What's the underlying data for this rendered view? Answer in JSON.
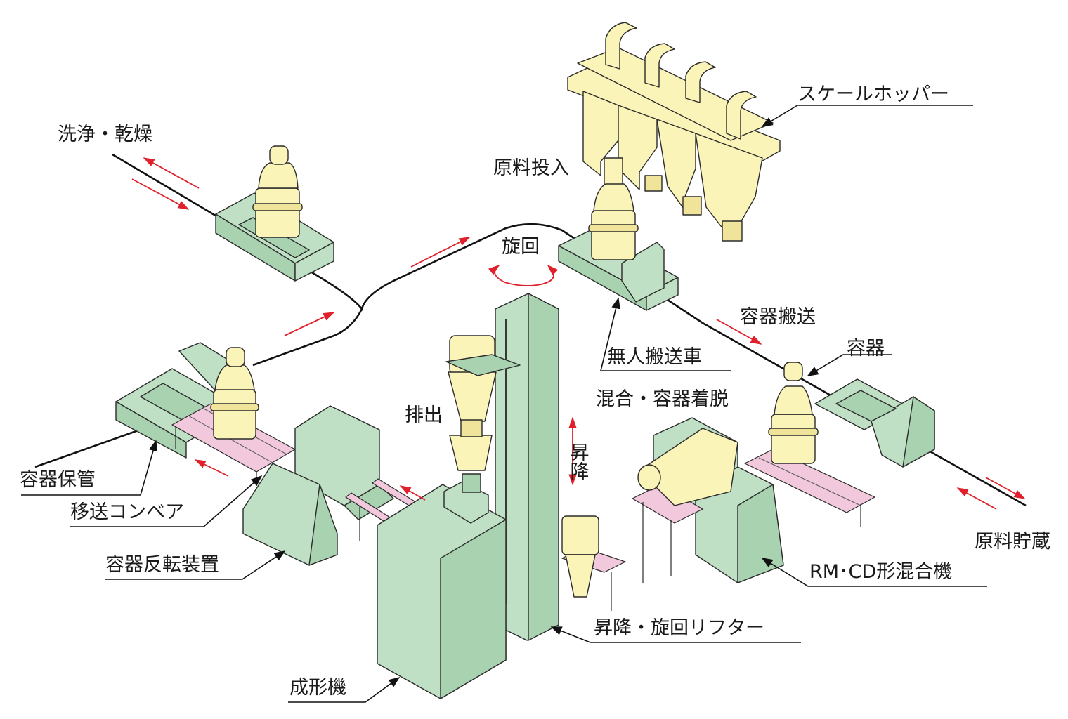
{
  "labels": {
    "wash_dry": "洗浄・乾燥",
    "scale_hopper": "スケールホッパー",
    "material_input": "原料投入",
    "rotation": "旋回",
    "container_transport": "容器搬送",
    "agv": "無人搬送車",
    "container": "容器",
    "mix_attach": "混合・容器着脱",
    "discharge": "排出",
    "lift_updown": "昇降",
    "container_storage": "容器保管",
    "transfer_conveyor": "移送コンベア",
    "container_inverter": "容器反転装置",
    "material_storage": "原料貯蔵",
    "rm_cd_mixer": "RM･CD形混合機",
    "lifter": "昇降・旋回リフター",
    "molding_machine": "成形機"
  },
  "colors": {
    "machine_green": "#bfe0c4",
    "container_yellow": "#fbf4b8",
    "conveyor_pink": "#f2c9dc",
    "arrow_red": "#e0202a",
    "line_black": "#111111"
  }
}
